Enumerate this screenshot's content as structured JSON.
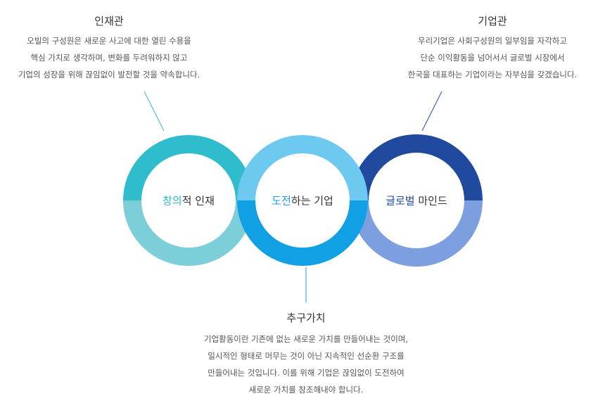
{
  "left": {
    "title": "인재관",
    "lines": [
      "오빌의 구성원은 새로운 사고에 대한 열린 수용을",
      "핵심 가치로 생각하며, 변화를 두려워하지 않고",
      "기업의 성장을 위해 끊임없이 발전할 것을 약속합니다."
    ]
  },
  "right": {
    "title": "기업관",
    "lines": [
      "우리기업은 사회구성원의 일부임을 자각하고",
      "단순 이익활동을 넘어서서 글로벌 시장에서",
      "한국을 대표하는 기업이라는 자부심을 갖겠습니다."
    ]
  },
  "bottom": {
    "title": "추구가치",
    "lines": [
      "기업활동이란 기존에 없는 새로운 가치를 만들어내는 것이며,",
      "일시적인 형태로 머무는 것이 아닌 지속적인 선순환 구조를",
      "만들어내는 것입니다. 이를 위해 기업은 끊임없이 도전하여",
      "새로운 가치를 창조해내야 합니다."
    ]
  },
  "rings": [
    {
      "highlight": "창의",
      "rest": "적 인재",
      "top_color": "#2fbccc",
      "bottom_color": "#7ccfd8"
    },
    {
      "highlight": "도전",
      "rest": "하는 기업",
      "top_color": "#6ec9f0",
      "bottom_color": "#12a0e4"
    },
    {
      "highlight": "글로벌",
      "rest": " 마인드",
      "top_color": "#1f4a9e",
      "bottom_color": "#7e9fdf"
    }
  ],
  "colors": {
    "teal": "#2cb9c9",
    "blue": "#1a9fe6",
    "navy": "#1e4aa0"
  }
}
